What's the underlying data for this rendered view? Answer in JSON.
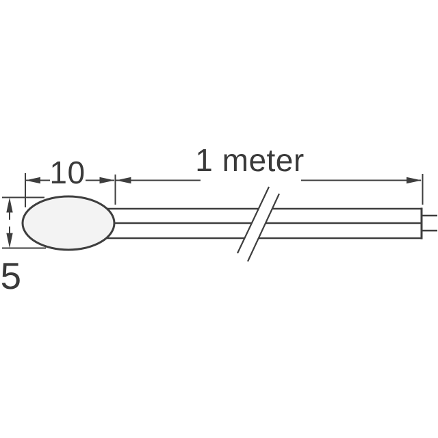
{
  "canvas": {
    "background": "#ffffff"
  },
  "diagram": {
    "labels": {
      "bead_length": "10",
      "lead_length": "1 meter",
      "bead_height": "5"
    },
    "colors": {
      "line": "#3e3e3e",
      "text": "#3a3a3a",
      "bead_fill": "#f3f3f3",
      "break_fill": "#ffffff"
    }
  }
}
